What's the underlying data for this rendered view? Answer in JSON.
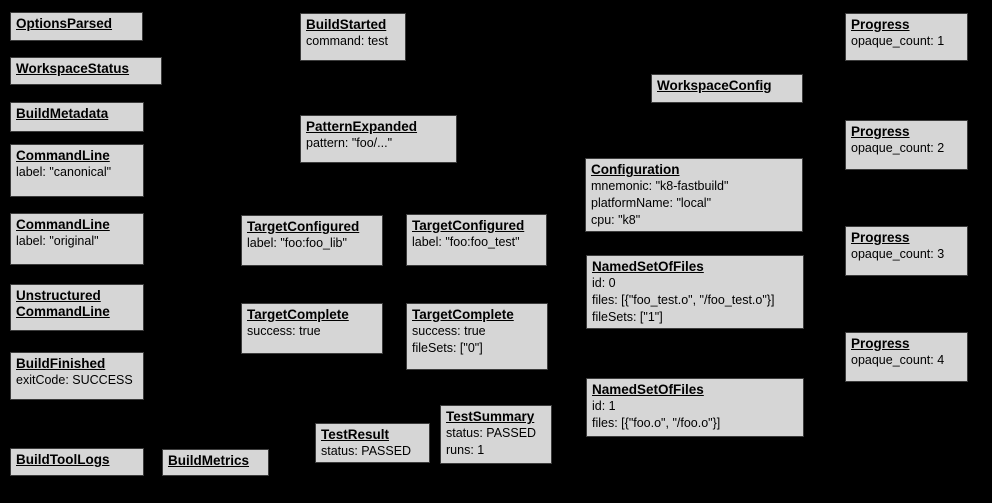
{
  "diagram": {
    "background_color": "#000000",
    "node_fill_color": "#d6d6d6",
    "node_border_color": "#3c3c3c",
    "text_color": "#000000"
  },
  "nodes": [
    {
      "title": "OptionsParsed",
      "lines": []
    },
    {
      "title": "WorkspaceStatus",
      "lines": []
    },
    {
      "title": "BuildMetadata",
      "lines": []
    },
    {
      "title": "CommandLine",
      "lines": [
        "label: \"canonical\""
      ]
    },
    {
      "title": "CommandLine",
      "lines": [
        "label: \"original\""
      ]
    },
    {
      "title": "Unstructured",
      "title2": "CommandLine",
      "lines": []
    },
    {
      "title": "BuildFinished",
      "lines": [
        "exitCode: SUCCESS"
      ]
    },
    {
      "title": "BuildToolLogs",
      "lines": []
    },
    {
      "title": "BuildMetrics",
      "lines": []
    },
    {
      "title": "BuildStarted",
      "lines": [
        "command: test"
      ]
    },
    {
      "title": "PatternExpanded",
      "lines": [
        "pattern: \"foo/...\""
      ]
    },
    {
      "title": "TargetConfigured",
      "lines": [
        "label: \"foo:foo_lib\""
      ]
    },
    {
      "title": "TargetConfigured",
      "lines": [
        "label: \"foo:foo_test\""
      ]
    },
    {
      "title": "TargetComplete",
      "lines": [
        "success: true"
      ]
    },
    {
      "title": "TargetComplete",
      "lines": [
        "success: true",
        "fileSets: [\"0\"]"
      ]
    },
    {
      "title": "TestResult",
      "lines": [
        "status: PASSED"
      ]
    },
    {
      "title": "TestSummary",
      "lines": [
        "status: PASSED",
        "runs: 1"
      ]
    },
    {
      "title": "WorkspaceConfig",
      "lines": []
    },
    {
      "title": "Configuration",
      "lines": [
        "mnemonic: \"k8-fastbuild\"",
        "platformName: \"local\"",
        "cpu: \"k8\""
      ]
    },
    {
      "title": "NamedSetOfFiles",
      "lines": [
        "id: 0",
        "files: [{\"foo_test.o\", \"/foo_test.o\"}]",
        "fileSets: [\"1\"]"
      ]
    },
    {
      "title": "NamedSetOfFiles",
      "lines": [
        "id: 1",
        "files: [{\"foo.o\", \"/foo.o\"}]"
      ]
    },
    {
      "title": "Progress",
      "lines": [
        "opaque_count: 1"
      ]
    },
    {
      "title": "Progress",
      "lines": [
        "opaque_count: 2"
      ]
    },
    {
      "title": "Progress",
      "lines": [
        "opaque_count: 3"
      ]
    },
    {
      "title": "Progress",
      "lines": [
        "opaque_count: 4"
      ]
    }
  ]
}
